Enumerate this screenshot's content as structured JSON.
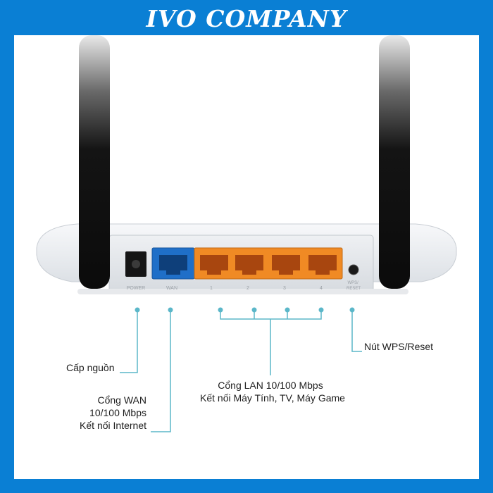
{
  "brand": {
    "title": "IVO COMPANY",
    "frame_color": "#0a7fd4",
    "accent_color": "#5bb7c9"
  },
  "device": {
    "ports": {
      "power": "POWER",
      "wan": "WAN",
      "lan": [
        "1",
        "2",
        "3",
        "4"
      ],
      "reset": "WPS/\nRESET"
    },
    "wan_color": "#1f6fc8",
    "lan_color": "#f08a24"
  },
  "callouts": {
    "power": {
      "text": "Cấp nguồn"
    },
    "wan": {
      "lines": [
        "Cổng WAN",
        "10/100 Mbps",
        "Kết nối Internet"
      ]
    },
    "lan": {
      "lines": [
        "Cổng LAN 10/100 Mbps",
        "Kết nối Máy Tính, TV, Máy Game"
      ]
    },
    "reset": {
      "text": "Nút WPS/Reset"
    }
  }
}
